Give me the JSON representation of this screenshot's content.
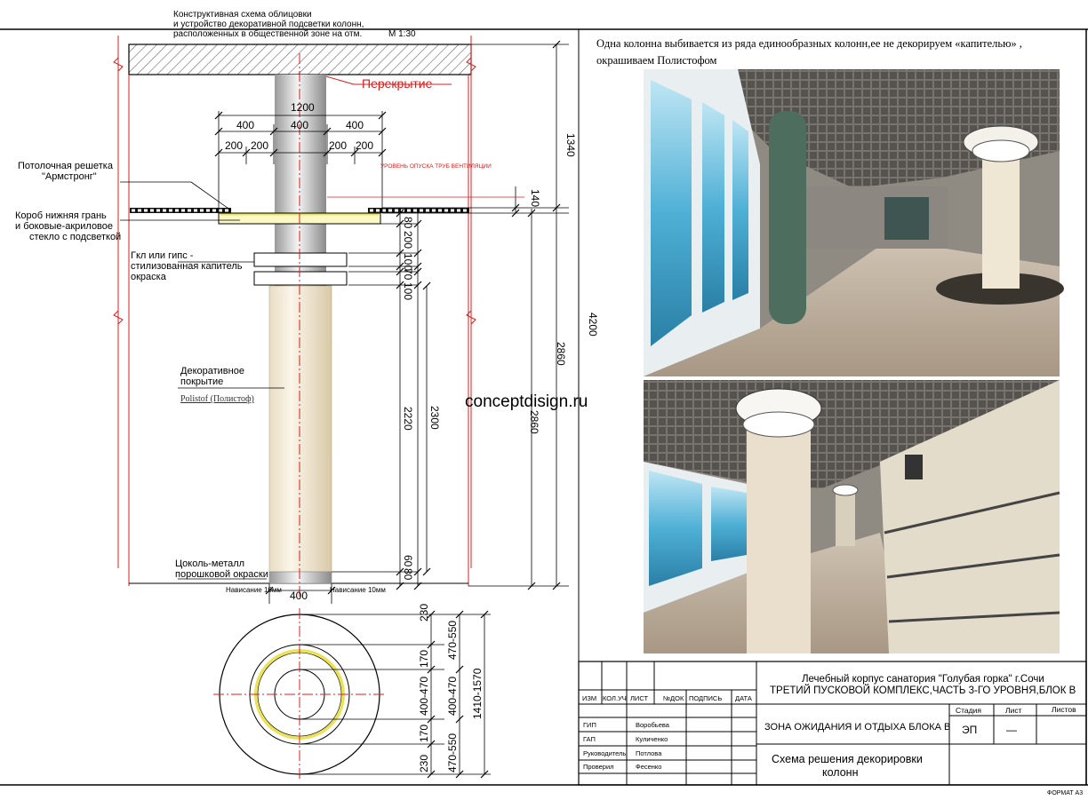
{
  "header": {
    "title_line1": "Конструктивная схема облицовки",
    "title_line2": "и устройство декоративной подсветки колонн,",
    "title_line3": "расположенных в общественной зоне на отм.",
    "scale": "М 1:30"
  },
  "note": {
    "line1": "Одна колонна выбивается из ряда единообразных колонн,ее не декорируем «капителью» ,",
    "line2": "окрашиваем Полистофом"
  },
  "watermark": "conceptdisign.ru",
  "labels": {
    "slab": "Перекрытие",
    "ceiling_grid_1": "Потолочная решетка",
    "ceiling_grid_2": "\"Армстронг\"",
    "box_1": "Короб нижняя грань",
    "box_2": "и боковые-акриловое",
    "box_3": "стекло с подсветкой",
    "capital_1": "Гкл или гипс -",
    "capital_2": "стилизованная капитель",
    "capital_3": "окраска",
    "decor_1": "Декоративное",
    "decor_2": "покрытие",
    "decor_3": "Polistof (Полистоф)",
    "plinth_1": "Цоколь-металл",
    "plinth_2": "порошковой окраски",
    "vent": "УРОВЕНЬ ОПУСКА ТРУБ ВЕНТИЛЯЦИИ",
    "overhang_left": "Нависание 10мм",
    "overhang_right": "Нависание 10мм"
  },
  "dims": {
    "d1200": "1200",
    "d400a": "400",
    "d400b": "400",
    "d400c": "400",
    "d200a": "200",
    "d200b": "200",
    "d200c": "200",
    "d200d": "200",
    "d1340": "1340",
    "d140": "140",
    "d4200": "4200",
    "d2860a": "2860",
    "d2860b": "2860",
    "d80": "80",
    "d200v": "200",
    "d100a": "100",
    "d70": "70",
    "d100b": "100",
    "d2220": "2220",
    "d2300": "2300",
    "d60": "60",
    "d80b": "80",
    "d400bottom": "400",
    "p230a": "230",
    "p170a": "170",
    "p400470a": "400-470",
    "p170b": "170",
    "p230b": "230",
    "p470550a": "470-550",
    "p400470b": "400-470",
    "p470550b": "470-550",
    "p14101570": "1410-1570"
  },
  "stamp": {
    "project_line1": "Лечебный корпус санатория \"Голубая горка\" г.Сочи",
    "project_line2": "ТРЕТИЙ ПУСКОВОЙ КОМПЛЕКС,ЧАСТЬ 3-ГО УРОВНЯ,БЛОК В",
    "col_izm": "ИЗМ",
    "col_kol": "КОЛ.УЧ",
    "col_list": "ЛИСТ",
    "col_ndok": "№ДОК",
    "col_podpis": "ПОДПИСЬ",
    "col_data": "ДАТА",
    "zone": "ЗОНА ОЖИДАНИЯ И ОТДЫХА БЛОКА В",
    "stadia_h": "Стадия",
    "list_h": "Лист",
    "listov_h": "Листов",
    "stadia_v": "ЭП",
    "list_v": "—",
    "drawing_title_1": "Схема решения декорировки",
    "drawing_title_2": "колонн",
    "roles": [
      {
        "role": "ГИП",
        "name": "Воробьева"
      },
      {
        "role": "ГАП",
        "name": "Куличенко"
      },
      {
        "role": "Руководитель",
        "name": "Потлова"
      },
      {
        "role": "Проверил",
        "name": "Фесенко"
      }
    ],
    "format": "ФОРМАТ А3"
  },
  "colors": {
    "red": "#d42020",
    "column": "#f3ead8",
    "led": "#e9e25a",
    "glass": "#2b8fb5",
    "floor": "#b8a896",
    "ceiling": "#6e6b66"
  }
}
